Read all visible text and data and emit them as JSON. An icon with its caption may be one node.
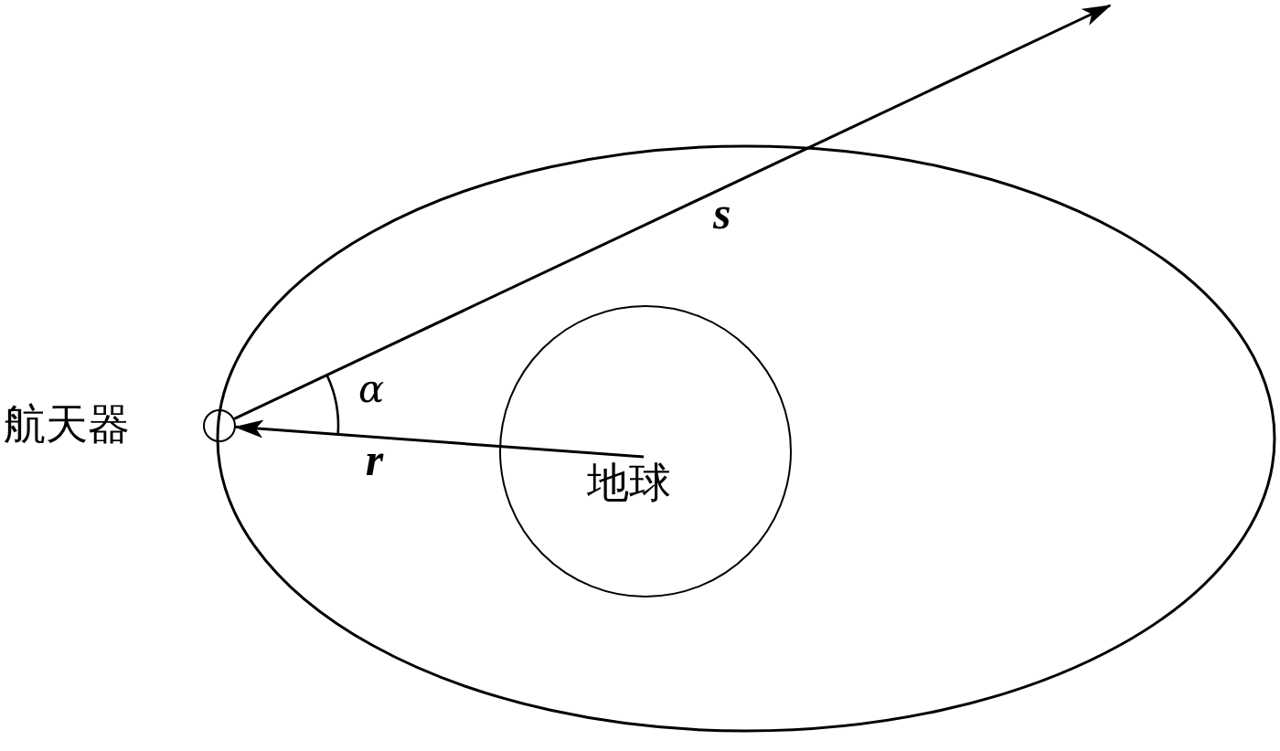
{
  "diagram": {
    "nodes": [
      {
        "text": [],
        "shape": "circle",
        "beside": [
          "航天器"
        ]
      },
      {
        "text": [
          "地球"
        ]
      }
    ],
    "edges": [
      {
        "from": 0,
        "to": null,
        "arrow": "to",
        "label": "s"
      },
      {
        "from": 1,
        "to": 0,
        "arrow": "to",
        "label": "r"
      }
    ],
    "labels": [
      "α"
    ]
  }
}
